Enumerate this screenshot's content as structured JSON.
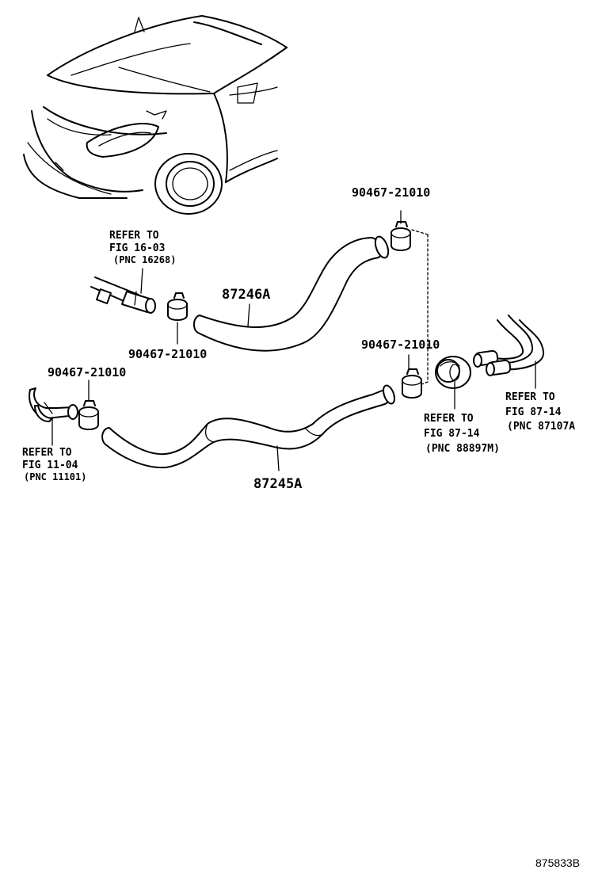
{
  "illustration_id": "875833B",
  "parts": {
    "clip_upper_right": "90467-21010",
    "hose_upper": "87246A",
    "clip_upper_left": "90467-21010",
    "clip_middle_right": "90467-21010",
    "clip_lower_left": "90467-21010",
    "hose_lower": "87245A"
  },
  "references": {
    "fig_16_03": {
      "line1": "REFER TO",
      "line2": "FIG 16-03",
      "line3": "(PNC 16268)"
    },
    "fig_11_04": {
      "line1": "REFER TO",
      "line2": "FIG 11-04",
      "line3": "(PNC 11101)"
    },
    "fig_87_14_a": {
      "line1": "REFER TO",
      "line2": "FIG 87-14",
      "line3": "(PNC 88897M)"
    },
    "fig_87_14_b": {
      "line1": "REFER TO",
      "line2": "FIG 87-14",
      "line3": "(PNC 87107A"
    }
  }
}
